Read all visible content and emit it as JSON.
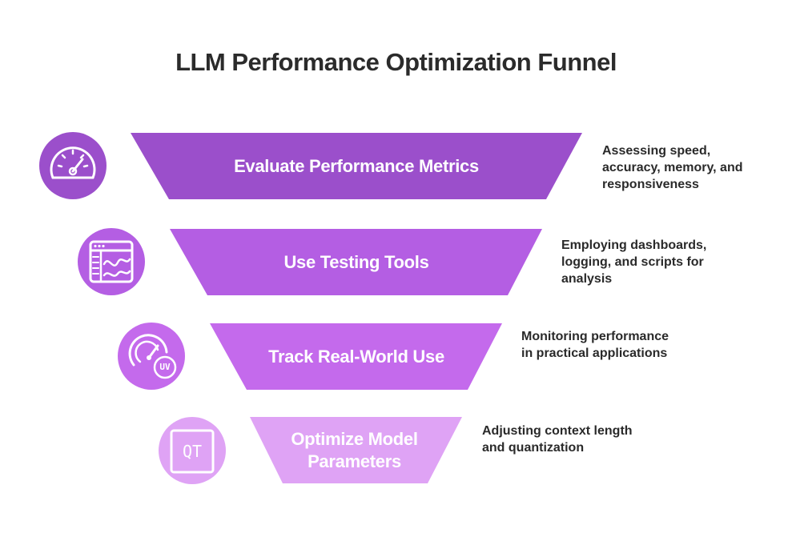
{
  "title": "LLM Performance Optimization Funnel",
  "colors": {
    "stage1": "#9b4fcb",
    "stage2": "#b45ee3",
    "stage3": "#c46aec",
    "stage4": "#dfa3f5",
    "icon4_stroke": "#ffffff"
  },
  "stages": [
    {
      "label": "Evaluate Performance Metrics",
      "description": [
        "Assessing speed,",
        "accuracy, memory, and",
        "responsiveness"
      ],
      "icon": "speedometer-icon"
    },
    {
      "label": "Use Testing Tools",
      "description": [
        "Employing dashboards,",
        "logging, and scripts for",
        "analysis"
      ],
      "icon": "dashboard-window-icon"
    },
    {
      "label": "Track Real-World Use",
      "description": [
        "Monitoring performance",
        "in practical applications"
      ],
      "icon": "usage-gauge-icon",
      "icon_text": "UV"
    },
    {
      "label_lines": [
        "Optimize Model",
        "Parameters"
      ],
      "description": [
        "Adjusting context length",
        "and quantization"
      ],
      "icon": "qt-box-icon",
      "icon_text": "QT"
    }
  ]
}
